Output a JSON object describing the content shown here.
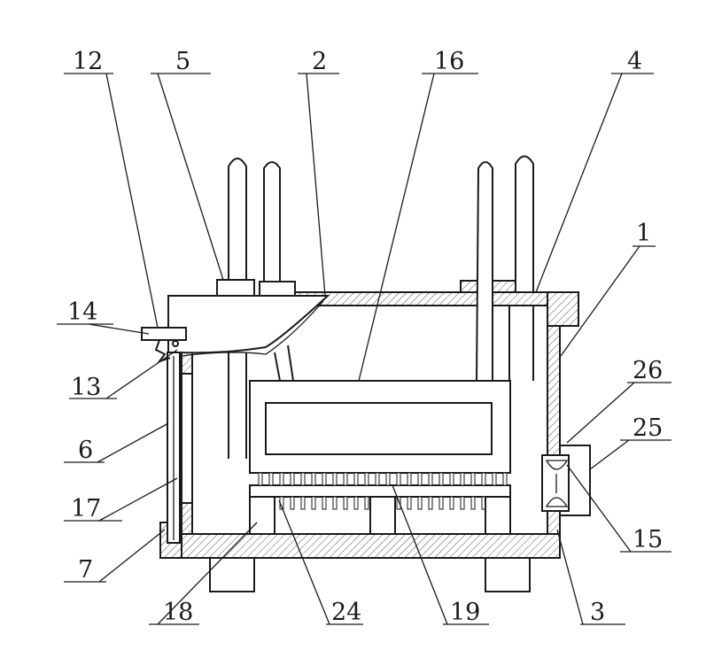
{
  "callouts": [
    {
      "id": "c12",
      "label": "12"
    },
    {
      "id": "c5",
      "label": "5"
    },
    {
      "id": "c2",
      "label": "2"
    },
    {
      "id": "c16",
      "label": "16"
    },
    {
      "id": "c4",
      "label": "4"
    },
    {
      "id": "c1",
      "label": "1"
    },
    {
      "id": "c14",
      "label": "14"
    },
    {
      "id": "c13",
      "label": "13"
    },
    {
      "id": "c26",
      "label": "26"
    },
    {
      "id": "c25",
      "label": "25"
    },
    {
      "id": "c6",
      "label": "6"
    },
    {
      "id": "c17",
      "label": "17"
    },
    {
      "id": "c15",
      "label": "15"
    },
    {
      "id": "c7",
      "label": "7"
    },
    {
      "id": "c18",
      "label": "18"
    },
    {
      "id": "c24",
      "label": "24"
    },
    {
      "id": "c19",
      "label": "19"
    },
    {
      "id": "c3",
      "label": "3"
    }
  ],
  "colors": {
    "ink": "#1a1a1a",
    "paper": "#ffffff"
  }
}
